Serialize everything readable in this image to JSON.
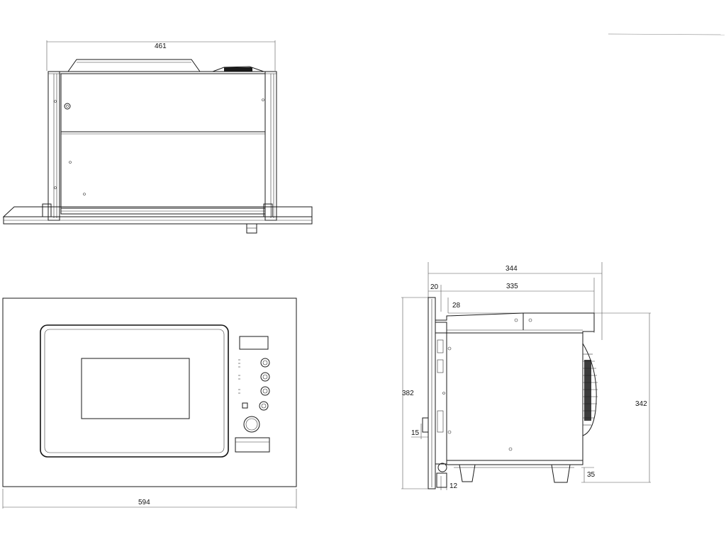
{
  "views": {
    "top": {
      "width_label": "461"
    },
    "front": {
      "width_label": "594"
    },
    "side": {
      "depth_overall": "344",
      "depth_body": "335",
      "frame_thickness": "20",
      "top_offset": "28",
      "height_overall": "382",
      "height_body": "342",
      "frame_lip": "15",
      "feet_height": "35",
      "bottom_offset": "12"
    }
  }
}
